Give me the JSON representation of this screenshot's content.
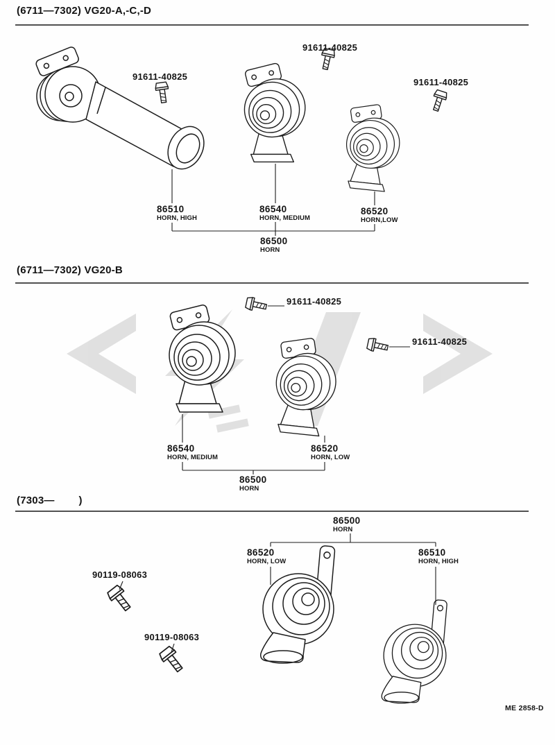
{
  "page": {
    "footer_code": "ME 2858-D"
  },
  "sections": {
    "s1": {
      "header": "(6711—7302) VG20-A,-C,-D",
      "bolts": {
        "b1": "91611-40825",
        "b2": "91611-40825",
        "b3": "91611-40825"
      },
      "parts": {
        "horn_high": {
          "num": "86510",
          "name": "HORN, HIGH"
        },
        "horn_medium": {
          "num": "86540",
          "name": "HORN, MEDIUM"
        },
        "horn_low": {
          "num": "86520",
          "name": "HORN,LOW"
        },
        "horn_assy": {
          "num": "86500",
          "name": "HORN"
        }
      }
    },
    "s2": {
      "header": "(6711—7302) VG20-B",
      "bolts": {
        "b1": "91611-40825",
        "b2": "91611-40825"
      },
      "parts": {
        "horn_medium": {
          "num": "86540",
          "name": "HORN, MEDIUM"
        },
        "horn_low": {
          "num": "86520",
          "name": "HORN, LOW"
        },
        "horn_assy": {
          "num": "86500",
          "name": "HORN"
        }
      }
    },
    "s3": {
      "header": "(7303—        )",
      "bolts": {
        "b1": "90119-08063",
        "b2": "90119-08063"
      },
      "parts": {
        "horn_assy": {
          "num": "86500",
          "name": "HORN"
        },
        "horn_low": {
          "num": "86520",
          "name": "HORN, LOW"
        },
        "horn_high": {
          "num": "86510",
          "name": "HORN, HIGH"
        }
      }
    }
  }
}
